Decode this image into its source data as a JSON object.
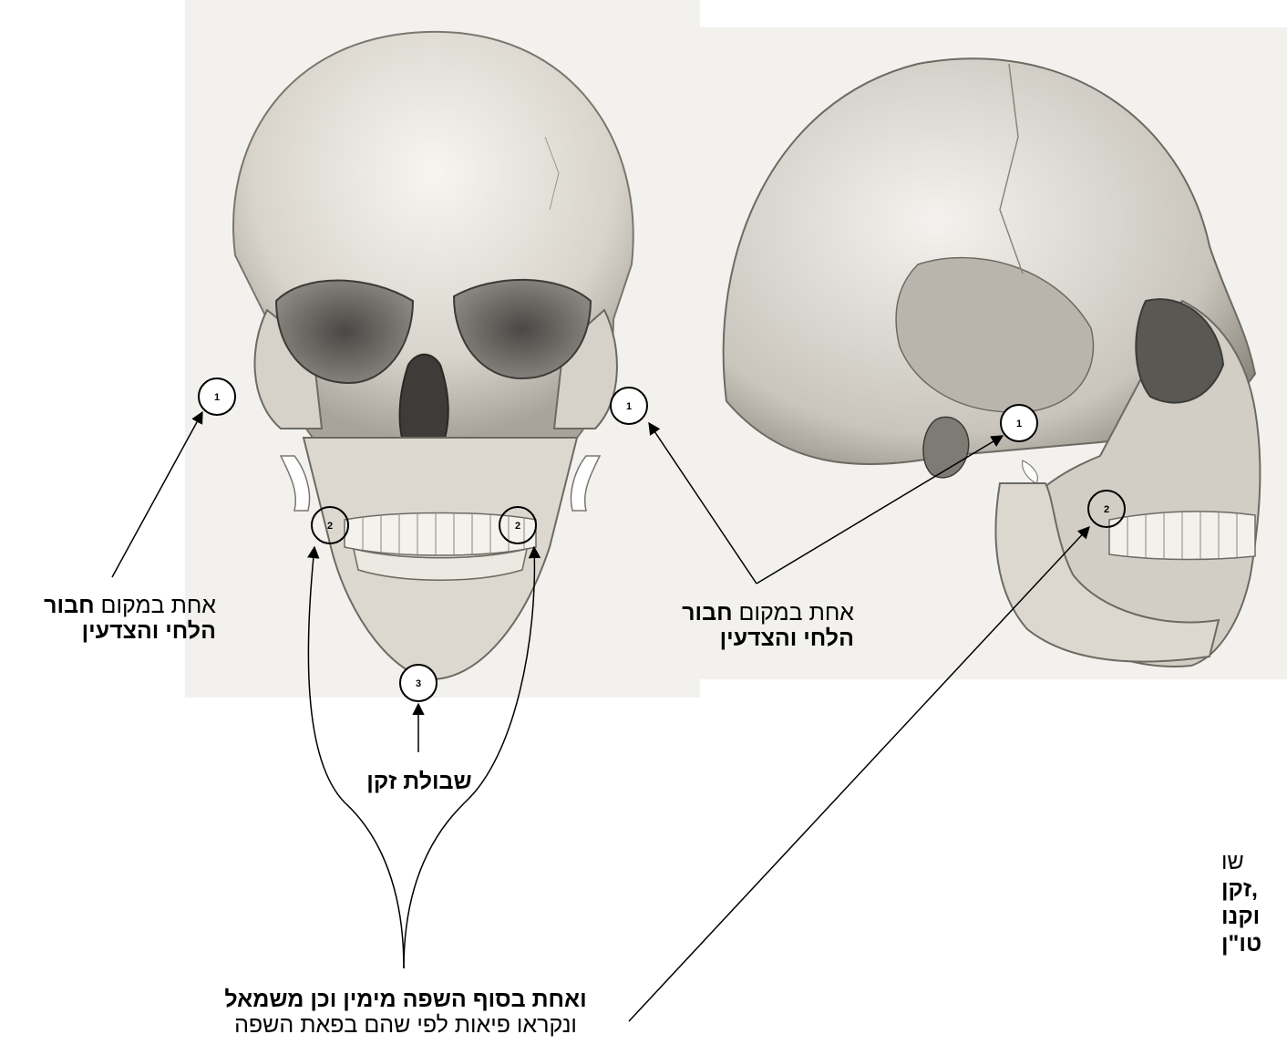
{
  "markers": {
    "m1": "1",
    "m2": "2",
    "m3": "3"
  },
  "labels": {
    "joint": {
      "prefix": "אחת במקום",
      "bold_word": "חבור",
      "line2": "הלחי והצדעין"
    },
    "chin": "שבולת זקן",
    "lip_ends": {
      "line1": "ואחת בסוף השפה מימין וכן משמאל",
      "line2": "ונקראו פיאות לפי שהם בפאת השפה"
    },
    "edge_text": {
      "line1": "שו",
      "line2": "זקן,",
      "line3": "וקנו",
      "line4": "טו\"ן"
    }
  }
}
